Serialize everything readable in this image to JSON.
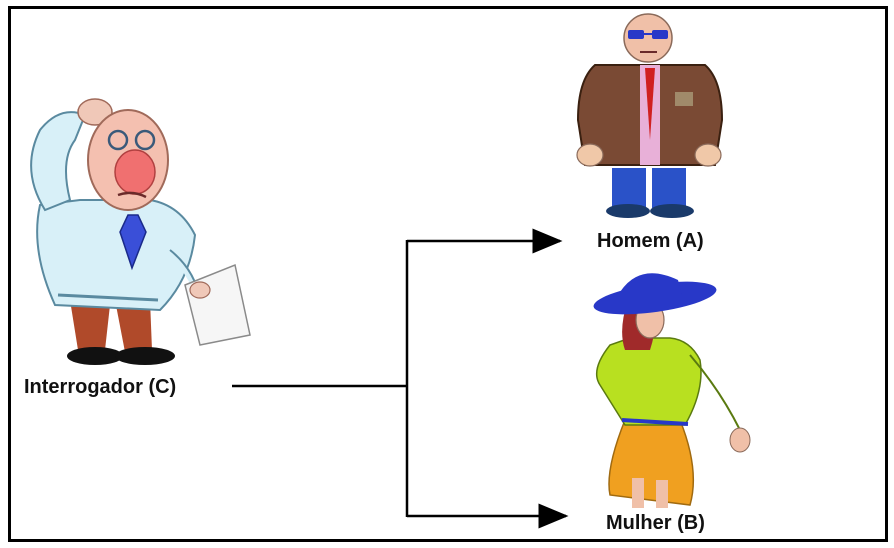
{
  "labels": {
    "interrogator": "Interrogador (C)",
    "man": "Homem (A)",
    "woman": "Mulher (B)"
  },
  "figures": {
    "interrogator": "scratching-head-man-icon",
    "man": "man-in-sunglasses-icon",
    "woman": "woman-with-hat-icon"
  },
  "colors": {
    "line": "#000000",
    "interrogator_shirt": "#d8f0f8",
    "interrogator_tie": "#3a4fd8",
    "man_jacket": "#7a4a34",
    "man_pants": "#2a52c8",
    "woman_hat": "#2838c8",
    "woman_top": "#b8e020",
    "woman_skirt": "#f0a020"
  }
}
